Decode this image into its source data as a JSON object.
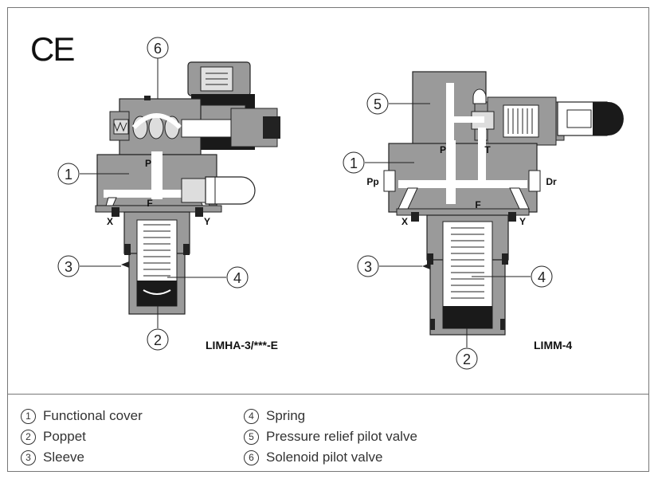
{
  "mark": "CE",
  "callouts": {
    "n1": "1",
    "n2": "2",
    "n3": "3",
    "n4": "4",
    "n5": "5",
    "n6": "6"
  },
  "left_valve": {
    "model": "LIMHA-3/***-E",
    "ports": {
      "p": "P",
      "f": "F",
      "x": "X",
      "y": "Y"
    }
  },
  "right_valve": {
    "model": "LIMM-4",
    "ports": {
      "p": "P",
      "t": "T",
      "f": "F",
      "x": "X",
      "y": "Y",
      "pp": "Pp",
      "dr": "Dr"
    }
  },
  "legend": [
    {
      "num": "1",
      "label": "Functional cover"
    },
    {
      "num": "2",
      "label": "Poppet"
    },
    {
      "num": "3",
      "label": "Sleeve"
    },
    {
      "num": "4",
      "label": "Spring"
    },
    {
      "num": "5",
      "label": "Pressure relief pilot valve"
    },
    {
      "num": "6",
      "label": "Solenoid pilot valve"
    }
  ],
  "colors": {
    "body": "#9a9a9a",
    "dark": "#1a1a1a",
    "channel": "#ffffff",
    "line": "#222222"
  }
}
